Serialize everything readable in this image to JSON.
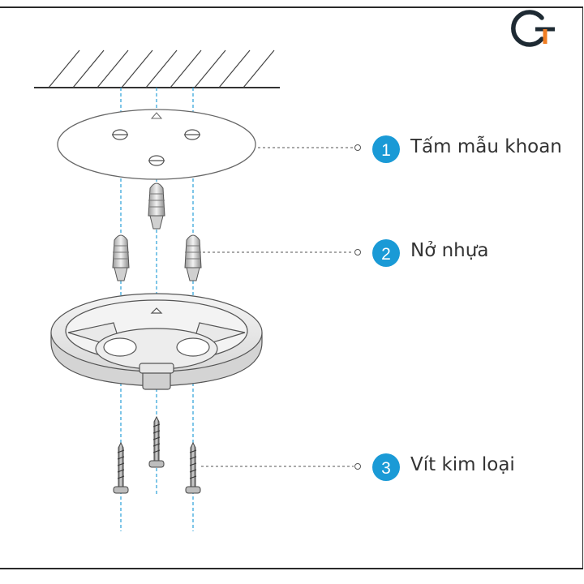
{
  "logo": {
    "letters": "GT",
    "name": "brand-logo",
    "color_dark": "#1e2a33",
    "color_accent": "#f07d22"
  },
  "accent_color": "#1a9ad6",
  "parts": [
    {
      "number": "1",
      "label": "Tấm mẫu khoan"
    },
    {
      "number": "2",
      "label": "Nở nhựa"
    },
    {
      "number": "3",
      "label": "Vít kim loại"
    }
  ]
}
